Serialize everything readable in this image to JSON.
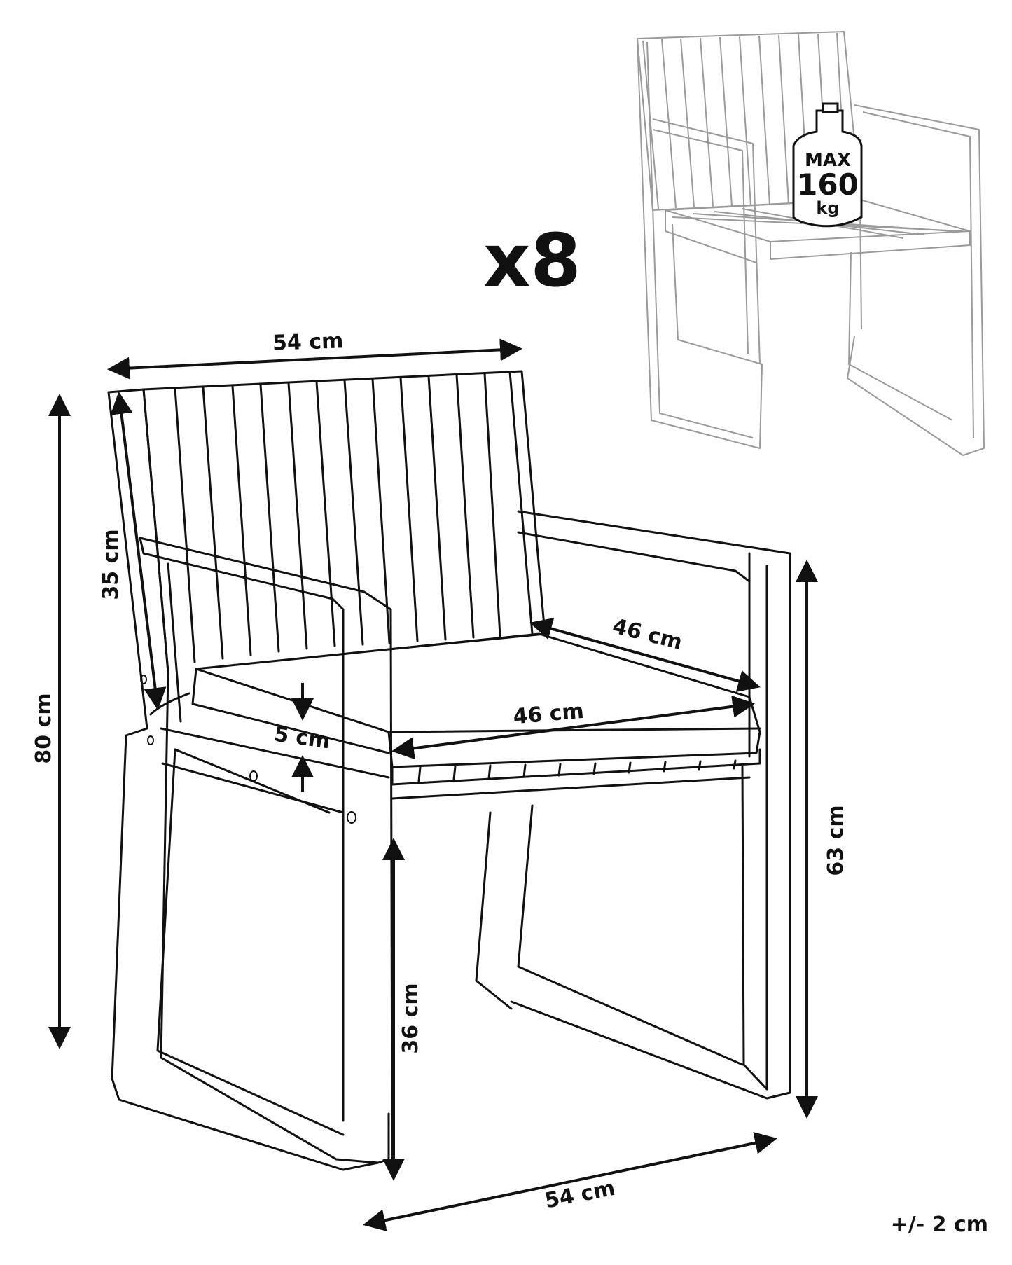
{
  "quantity": "x8",
  "max_load": {
    "line1": "MAX",
    "line2": "160",
    "line3": "kg"
  },
  "dimensions": {
    "top_width": "54 cm",
    "total_height": "80 cm",
    "backrest_height": "35 cm",
    "cushion_thickness": "5 cm",
    "seat_width": "46 cm",
    "seat_depth": "46 cm",
    "armrest_height": "63 cm",
    "seat_height": "36 cm",
    "bottom_width": "54 cm"
  },
  "tolerance": "+/- 2 cm",
  "colors": {
    "line": "#111111",
    "faded_line": "#9a9a9a",
    "background": "#ffffff"
  }
}
